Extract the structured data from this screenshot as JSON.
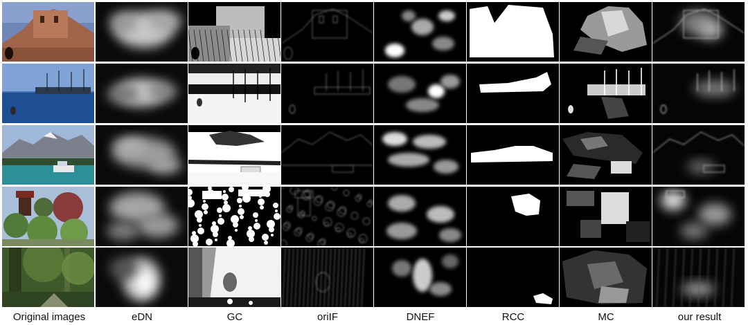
{
  "columns": [
    {
      "key": "orig",
      "label": "Original images"
    },
    {
      "key": "edn",
      "label": "eDN"
    },
    {
      "key": "gc",
      "label": "GC"
    },
    {
      "key": "orilf",
      "label": "oriIF"
    },
    {
      "key": "dnef",
      "label": "DNEF"
    },
    {
      "key": "rcc",
      "label": "RCC"
    },
    {
      "key": "mc",
      "label": "MC"
    },
    {
      "key": "ours",
      "label": "our result"
    }
  ],
  "rows": [
    {
      "scene": "castle"
    },
    {
      "scene": "harbor-heron"
    },
    {
      "scene": "mountain-lake-boat"
    },
    {
      "scene": "pagoda-garden"
    },
    {
      "scene": "forest"
    }
  ]
}
